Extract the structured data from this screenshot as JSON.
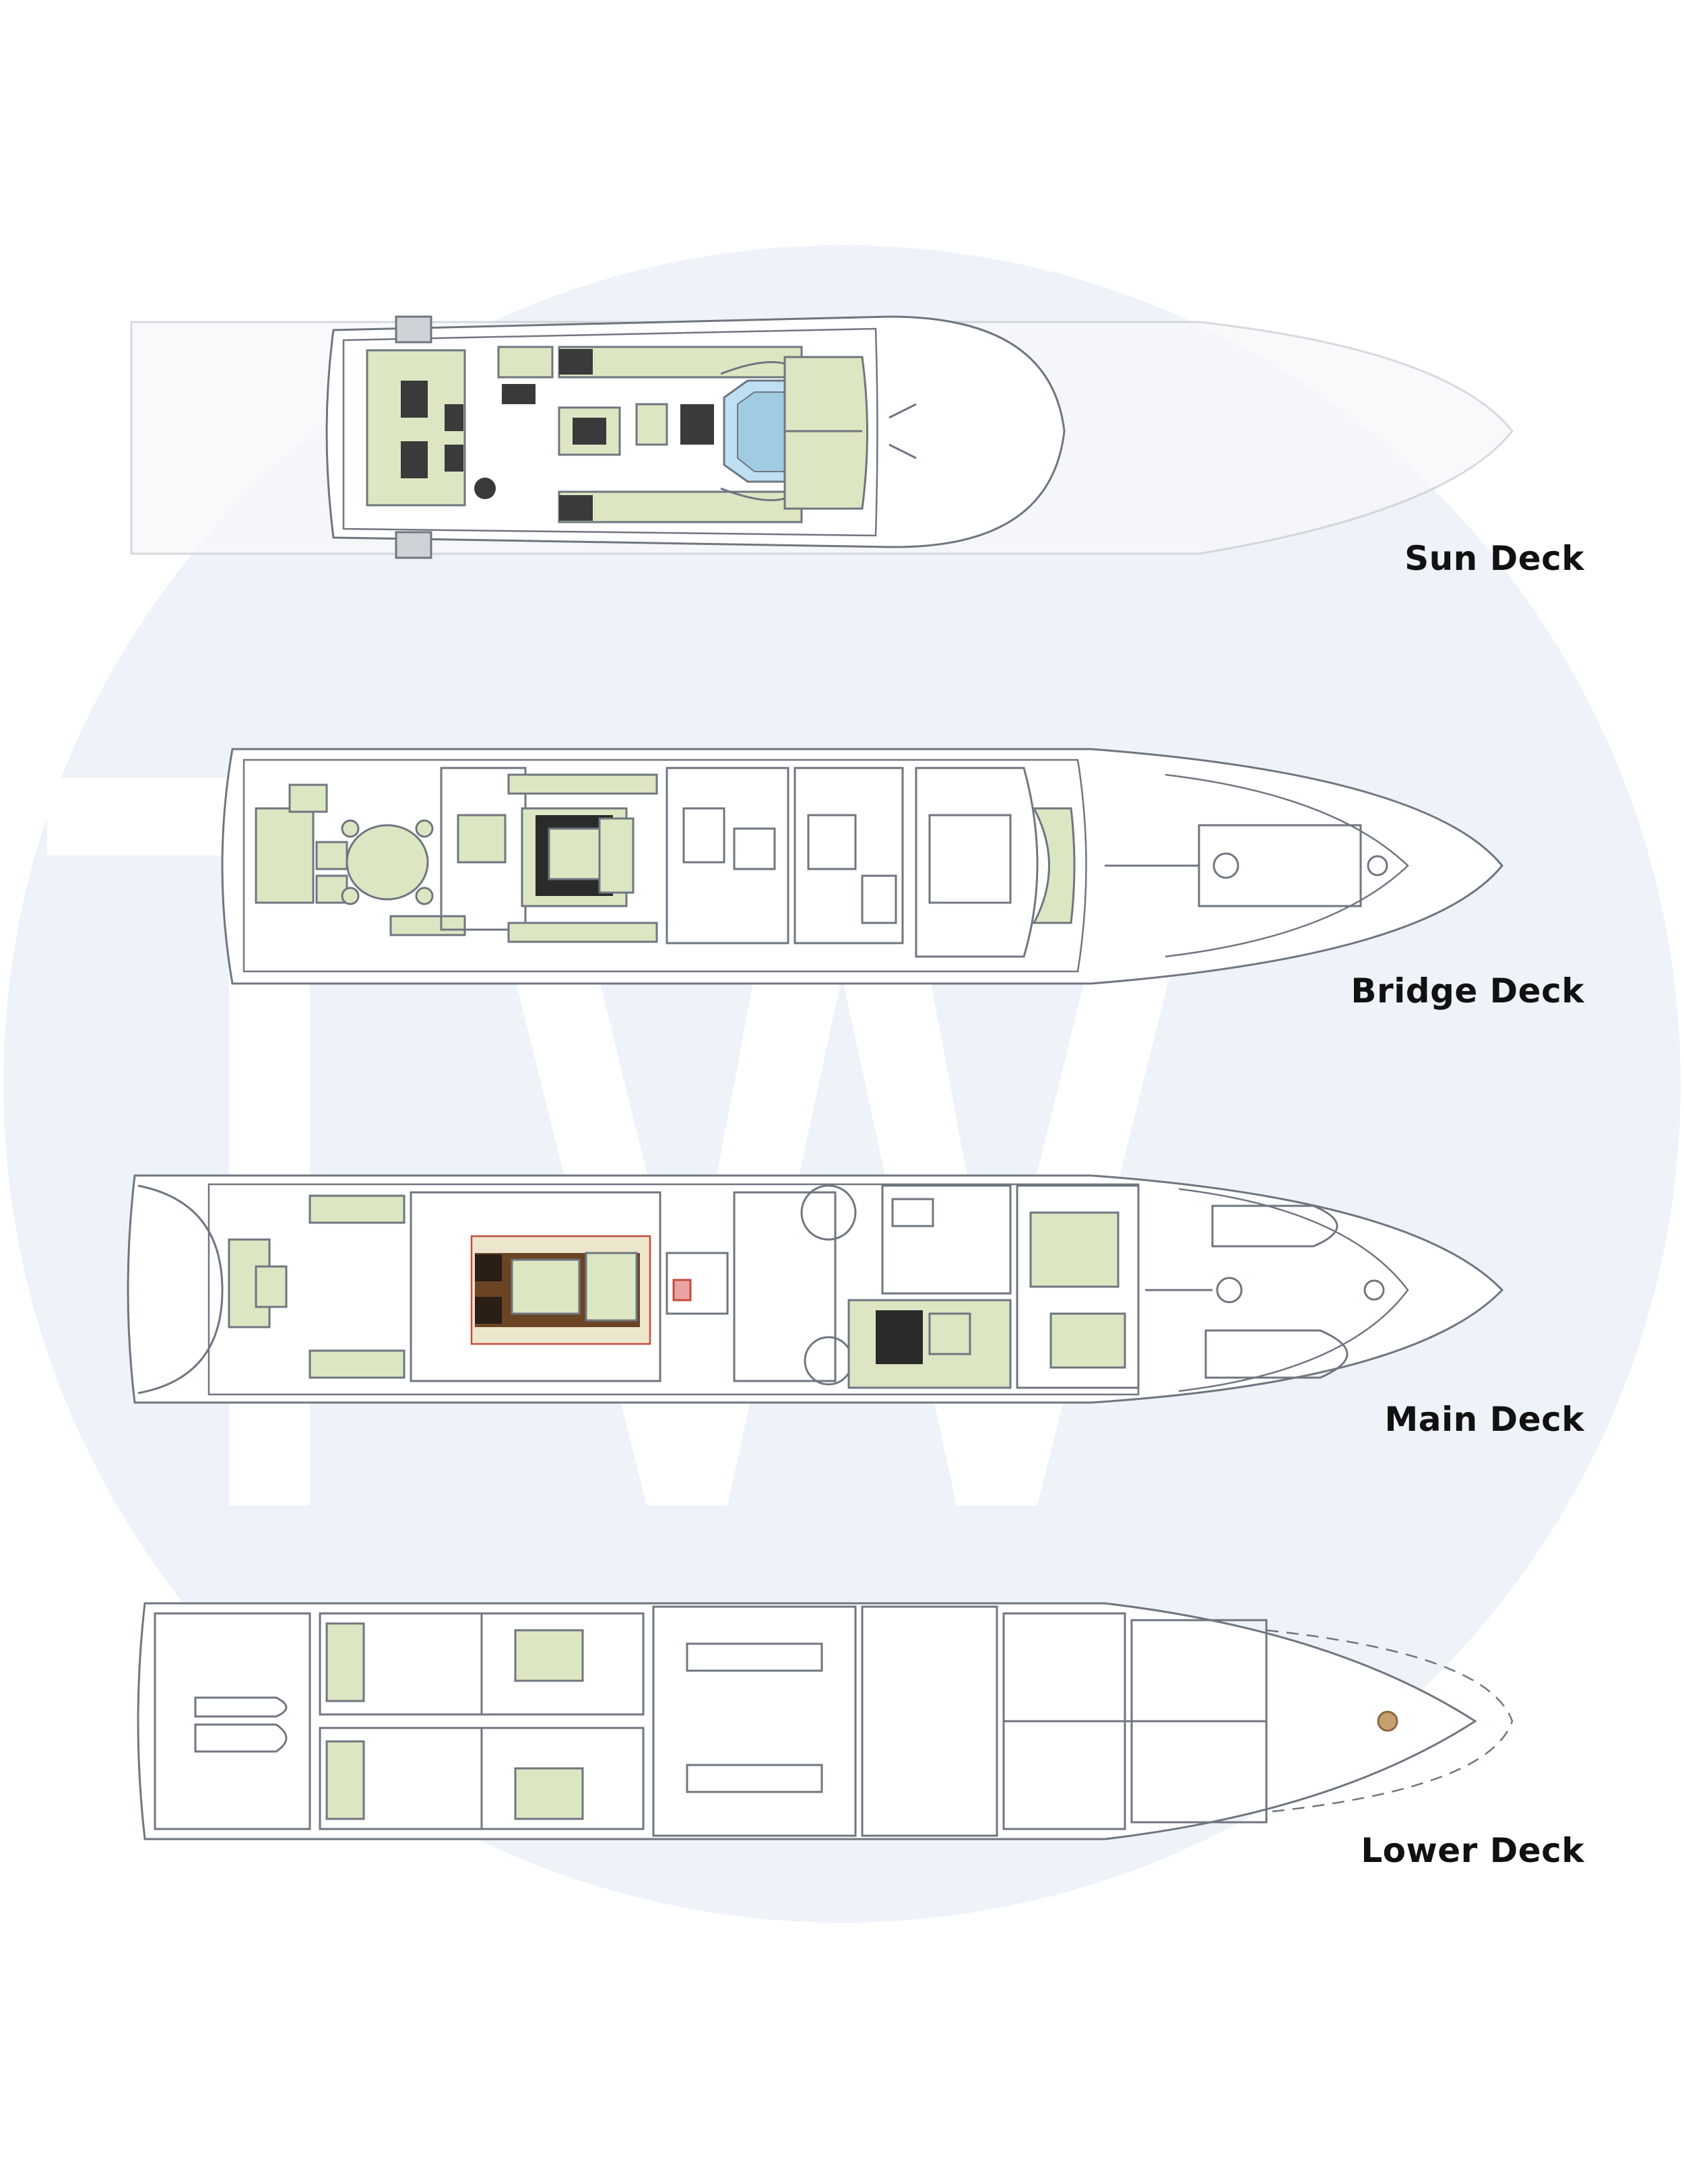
{
  "watermark": {
    "letters": "TW",
    "circle_color": "#eef2f9",
    "letter_color": "#ffffff"
  },
  "decks": [
    {
      "id": "sun",
      "label": "Sun Deck"
    },
    {
      "id": "bridge",
      "label": "Bridge Deck"
    },
    {
      "id": "main",
      "label": "Main Deck"
    },
    {
      "id": "lower",
      "label": "Lower Deck"
    }
  ],
  "colors": {
    "line": "#6f7680",
    "light_line": "#b9bec6",
    "furniture": "#dde6c2",
    "furniture_dark": "#3a3a3a",
    "pool": "#bfe0f2",
    "wood": "#6b4424"
  }
}
